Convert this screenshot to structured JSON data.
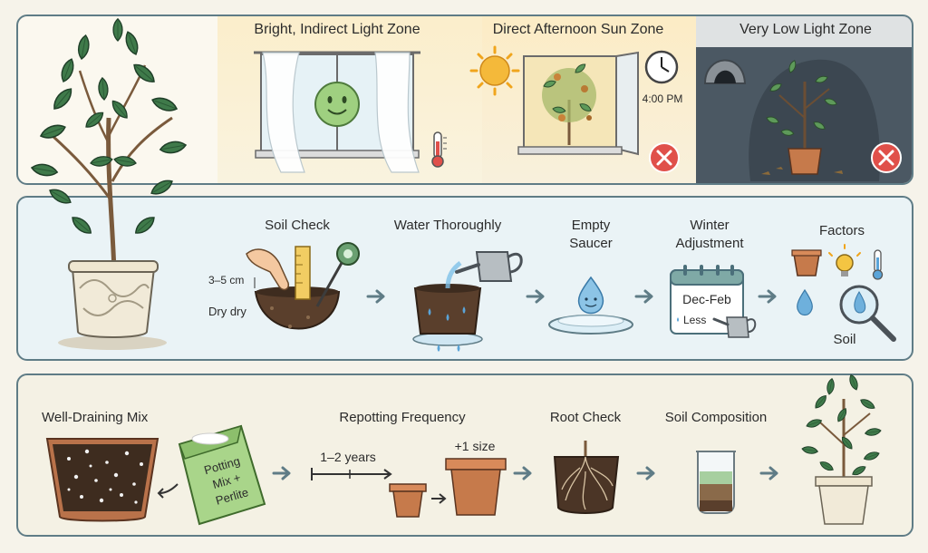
{
  "light": {
    "bright_title": "Bright, Indirect Light Zone",
    "direct_title": "Direct Afternoon Sun Zone",
    "low_title": "Very Low Light Zone",
    "clock_time": "4:00 PM"
  },
  "water": {
    "soil_check": "Soil Check",
    "depth": "3–5 cm",
    "dry": "Dry dry",
    "water_thoroughly": "Water Thoroughly",
    "empty_line1": "Empty",
    "empty_line2": "Saucer",
    "winter_line1": "Winter",
    "winter_line2": "Adjustment",
    "calendar_months": "Dec-Feb",
    "calendar_less": "Less",
    "factors": "Factors",
    "soil": "Soil"
  },
  "soil": {
    "mix_title": "Well-Draining Mix",
    "bag_line1": "Potting",
    "bag_line2": "Mix +",
    "bag_line3": "Perlite",
    "repot_title": "Repotting Frequency",
    "years": "1–2 years",
    "size": "+1 size",
    "root_check": "Root Check",
    "composition": "Soil Composition"
  },
  "colors": {
    "outline": "#5f7c86",
    "leaf": "#3f7a4a",
    "terracotta": "#c67a4b",
    "water": "#5aa4d8",
    "error_red": "#e0504a"
  }
}
